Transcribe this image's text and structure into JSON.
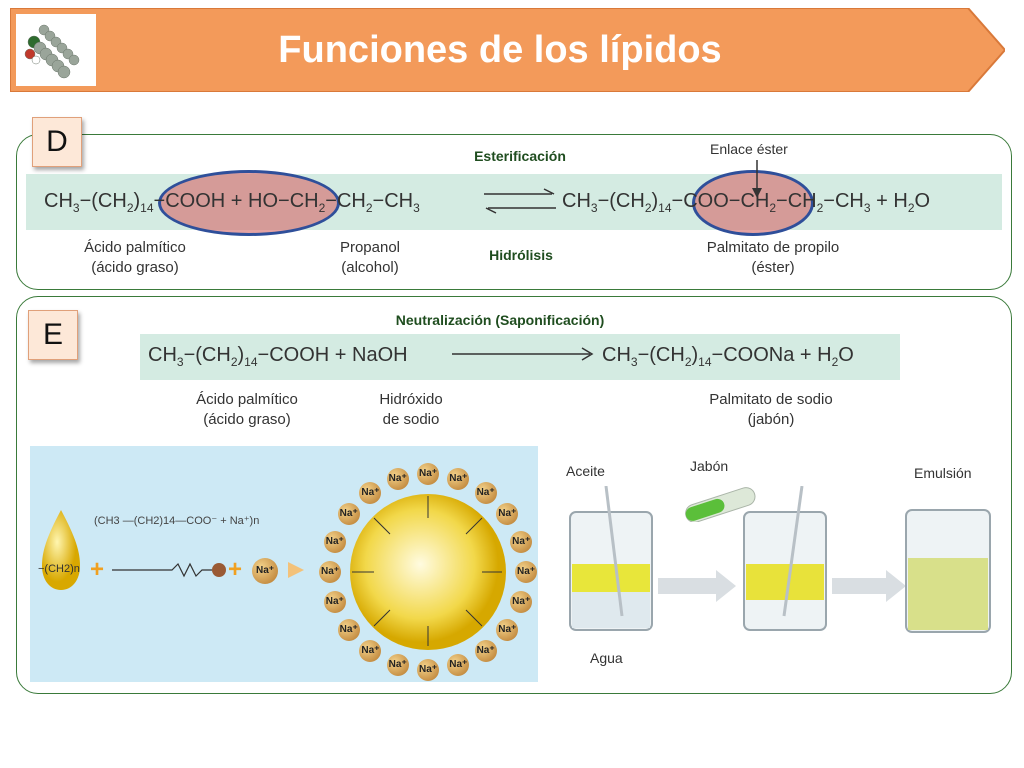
{
  "title": "Funciones de los lípidos",
  "section_d": {
    "letter": "D",
    "process_top": "Esterificación",
    "process_bottom": "Hidrólisis",
    "bond_label": "Enlace éster",
    "formula": {
      "ch3": "CH",
      "sub3": "3",
      "ch2_open": "−(CH",
      "sub2": "2",
      "paren_close": ")",
      "sub14": "14",
      "cooh": "−COOH",
      "plus_ho": "+ HO−CH",
      "ch2_chain": "−CH",
      "ch3_end": "−CH",
      "product_start": "CH",
      "coo": "−COO−CH",
      "tail": "−CH",
      "plus_water": "+ H",
      "water_sub": "2",
      "water_o": "O"
    },
    "captions": [
      {
        "line1": "Ácido palmítico",
        "line2": "(ácido graso)"
      },
      {
        "line1": "Propanol",
        "line2": "(alcohol)"
      },
      {
        "line1": "Palmitato de propilo",
        "line2": "(éster)"
      }
    ]
  },
  "section_e": {
    "letter": "E",
    "process": "Neutralización (Saponificación)",
    "formula": {
      "left_a": "CH",
      "left_b": "−(CH",
      "left_c": "−COOH + NaOH",
      "right_a": "CH",
      "right_b": "−(CH",
      "right_c": "−COONa + H",
      "right_d": "O"
    },
    "captions": [
      {
        "line1": "Ácido palmítico",
        "line2": "(ácido graso)"
      },
      {
        "line1": "Hidróxido",
        "line2": "de sodio"
      },
      {
        "line1": "Palmitato de sodio",
        "line2": "(jabón)"
      }
    ],
    "micelle_formula": "(CH3 —(CH2)14—COO⁻ + Na⁺)n",
    "drop_label": "−(CH2)n",
    "na_label": "Na⁺",
    "beaker_labels": {
      "aceite": "Aceite",
      "agua": "Agua",
      "jabon": "Jabón",
      "emulsion": "Emulsión"
    }
  },
  "colors": {
    "banner": "#f39a5a",
    "band": "#d4ebe2",
    "panel_border": "#3a7a3a",
    "oval_fill": "#d67070",
    "oval_border": "#2f4f9a"
  }
}
